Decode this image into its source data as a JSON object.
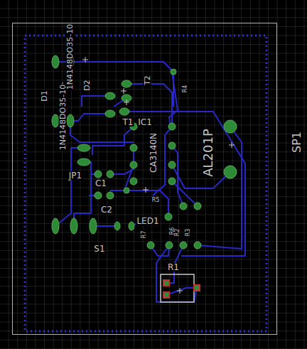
{
  "diagram": {
    "labels": [
      "1N4148DO35-10",
      "1N4148DO35-10",
      "D1",
      "D2",
      "T2",
      "R4",
      "T1",
      "IC1",
      "CA3140N",
      "AL201P",
      "SP1",
      "C1",
      "JP1",
      "C2",
      "S1",
      "LED1",
      "R5",
      "R7",
      "R6",
      "R2",
      "R3",
      "R1"
    ]
  }
}
